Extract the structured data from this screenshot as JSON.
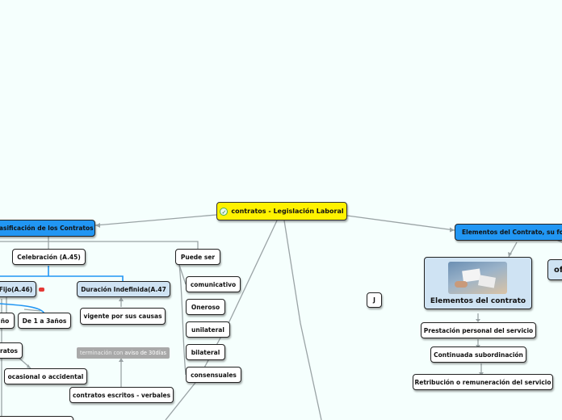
{
  "root": {
    "label": "contratos - Legislación Laboral",
    "icon": "check-circle-icon"
  },
  "left_branch": {
    "title": "lasificación de los Contratos",
    "celebracion": "Celebración (A.45)",
    "fijo": "Fijo(A.46)",
    "duracion": "Duración Indefinida(A.47",
    "ano": "ño",
    "de1a3": "De 1 a 3años",
    "ratos": "ratos",
    "ocasional": "ocasional o accidental",
    "vigente": "vigente por sus causas",
    "terminacion_prefix": "terminación con",
    "terminacion_suffix": "aviso de 30días",
    "escritos": "contratos escritos - verbales"
  },
  "puede_ser": {
    "title": "Puede ser",
    "items": [
      "comunicativo",
      "Oneroso",
      "unilateral",
      "bilateral",
      "consensuales"
    ]
  },
  "j_node": "J",
  "right_branch": {
    "title": "Elementos del Contrato, su form",
    "image_caption": "Elementos del contrato",
    "of_partial": "of",
    "items": [
      "Prestación personal del servicio",
      "Continuada subordinación",
      "Retribución o remuneración del servicio"
    ]
  },
  "colors": {
    "background": "#f5fffd",
    "root": "#fff200",
    "main_branch": "#2196f3",
    "sub_branch": "#cfe3f3",
    "connector": "#9aa3a5",
    "blue_connector": "#2196f3"
  }
}
